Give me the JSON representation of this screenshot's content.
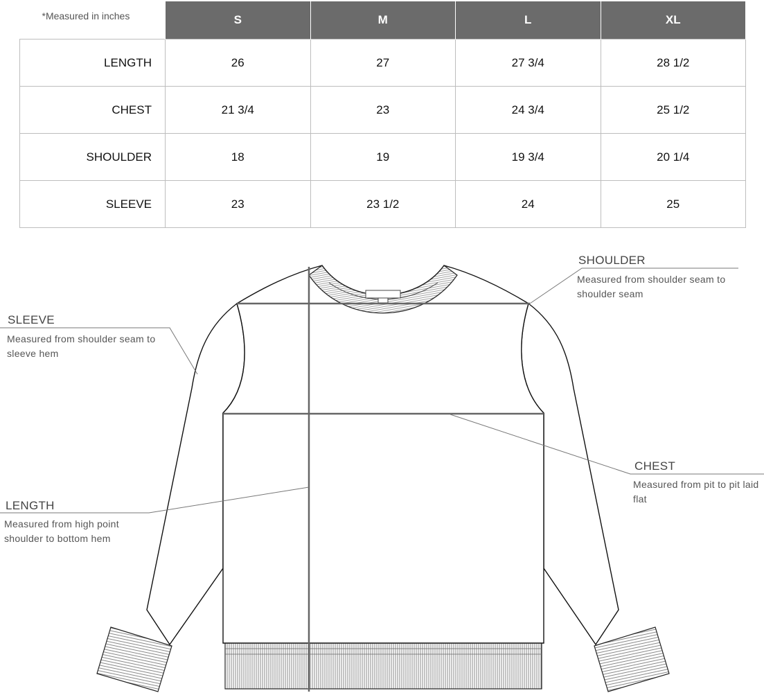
{
  "table": {
    "note": "*Measured in inches",
    "sizes": [
      "S",
      "M",
      "L",
      "XL"
    ],
    "rows": [
      {
        "label": "LENGTH",
        "values": [
          "26",
          "27",
          "27 3/4",
          "28 1/2"
        ]
      },
      {
        "label": "CHEST",
        "values": [
          "21 3/4",
          "23",
          "24 3/4",
          "25 1/2"
        ]
      },
      {
        "label": "SHOULDER",
        "values": [
          "18",
          "19",
          "19 3/4",
          "20 1/4"
        ]
      },
      {
        "label": "SLEEVE",
        "values": [
          "23",
          "23 1/2",
          "24",
          "25"
        ]
      }
    ]
  },
  "callouts": {
    "shoulder": {
      "title": "SHOULDER",
      "desc": "Measured from shoulder seam to shoulder seam"
    },
    "sleeve": {
      "title": "SLEEVE",
      "desc": "Measured from shoulder seam to sleeve hem"
    },
    "chest": {
      "title": "CHEST",
      "desc": "Measured from pit to pit laid flat"
    },
    "length": {
      "title": "LENGTH",
      "desc": "Measured from high point shoulder to bottom hem"
    }
  }
}
